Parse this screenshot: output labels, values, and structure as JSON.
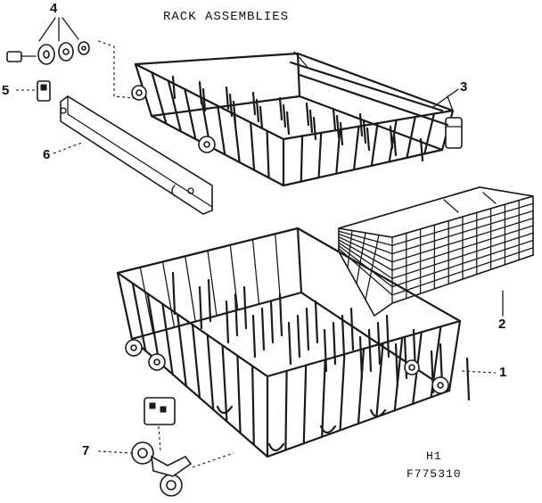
{
  "diagram": {
    "title": "RACK ASSEMBLIES",
    "callouts": [
      "1",
      "2",
      "3",
      "4",
      "5",
      "6",
      "7"
    ],
    "model_code_line1": "H1",
    "model_code_line2": "F775310"
  }
}
